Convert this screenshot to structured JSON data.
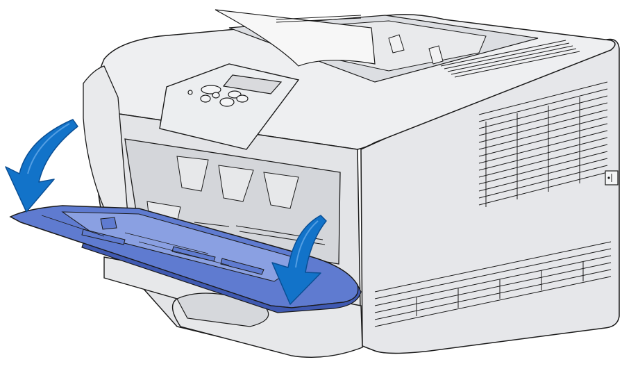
{
  "illustration": {
    "subject": "printer-open-multipurpose-feeder",
    "colors": {
      "body": "#e6e7ea",
      "body_light": "#eeeff1",
      "body_shade": "#d6d8dc",
      "body_dark": "#c7cad0",
      "outline": "#1a1a1a",
      "tray": "#5f7bd0",
      "tray_light": "#8aa0e2",
      "tray_dark": "#3f59b1",
      "arrow": "#1273c9",
      "arrow_dark": "#0a4f95",
      "paper": "#f7f7f7",
      "lcd": "#d9dadd"
    },
    "annotations": {
      "arrows": [
        "left-rotate-down-arrow",
        "right-rotate-down-arrow"
      ]
    }
  }
}
